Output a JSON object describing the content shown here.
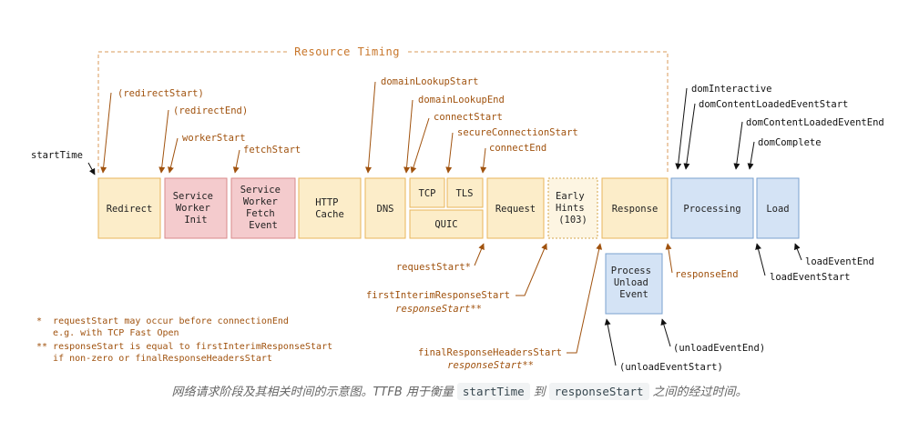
{
  "resource_timing_title": "Resource Timing",
  "colors": {
    "yellow_fill": "#fcedc9",
    "yellow_stroke": "#e8b55a",
    "pink_fill": "#f4cbcd",
    "pink_stroke": "#d98a8a",
    "blue_fill": "#d4e3f5",
    "blue_stroke": "#7aa0cf",
    "orange_text": "#a0520e",
    "black_text": "#111111"
  },
  "boxes": {
    "redirect": [
      "Redirect"
    ],
    "sw_init": [
      "Service",
      "Worker",
      "Init"
    ],
    "sw_fetch": [
      "Service",
      "Worker",
      "Fetch",
      "Event"
    ],
    "http_cache": [
      "HTTP",
      "Cache"
    ],
    "dns": [
      "DNS"
    ],
    "tcp": [
      "TCP"
    ],
    "tls": [
      "TLS"
    ],
    "quic": [
      "QUIC"
    ],
    "request": [
      "Request"
    ],
    "early_hints": [
      "Early",
      "Hints",
      "(103)"
    ],
    "response": [
      "Response"
    ],
    "processing": [
      "Processing"
    ],
    "load": [
      "Load"
    ],
    "unload": [
      "Process",
      "Unload",
      "Event"
    ]
  },
  "labels": {
    "start_time": "startTime",
    "redirect_start": "(redirectStart)",
    "redirect_end": "(redirectEnd)",
    "worker_start": "workerStart",
    "fetch_start": "fetchStart",
    "domain_lookup_start": "domainLookupStart",
    "domain_lookup_end": "domainLookupEnd",
    "connect_start": "connectStart",
    "secure_connection_start": "secureConnectionStart",
    "connect_end": "connectEnd",
    "request_start": "requestStart*",
    "first_interim": "firstInterimResponseStart",
    "response_start_1": "responseStart**",
    "final_headers": "finalResponseHeadersStart",
    "response_start_2": "responseStart**",
    "response_end": "responseEnd",
    "dom_interactive": "domInteractive",
    "dom_cl_start": "domContentLoadedEventStart",
    "dom_cl_end": "domContentLoadedEventEnd",
    "dom_complete": "domComplete",
    "load_event_end": "loadEventEnd",
    "load_event_start": "loadEventStart",
    "unload_event_end": "(unloadEventEnd)",
    "unload_event_start": "(unloadEventStart)"
  },
  "notes": [
    "*  requestStart may occur before connectionEnd",
    "   e.g. with TCP Fast Open",
    "** responseStart is equal to firstInterimResponseStart",
    "   if non-zero or finalResponseHeadersStart"
  ],
  "caption": {
    "part1": "网络请求阶段及其相关时间的示意图。TTFB 用于衡量",
    "code1": "startTime",
    "part2": "到",
    "code2": "responseStart",
    "part3": "之间的经过时间。"
  }
}
